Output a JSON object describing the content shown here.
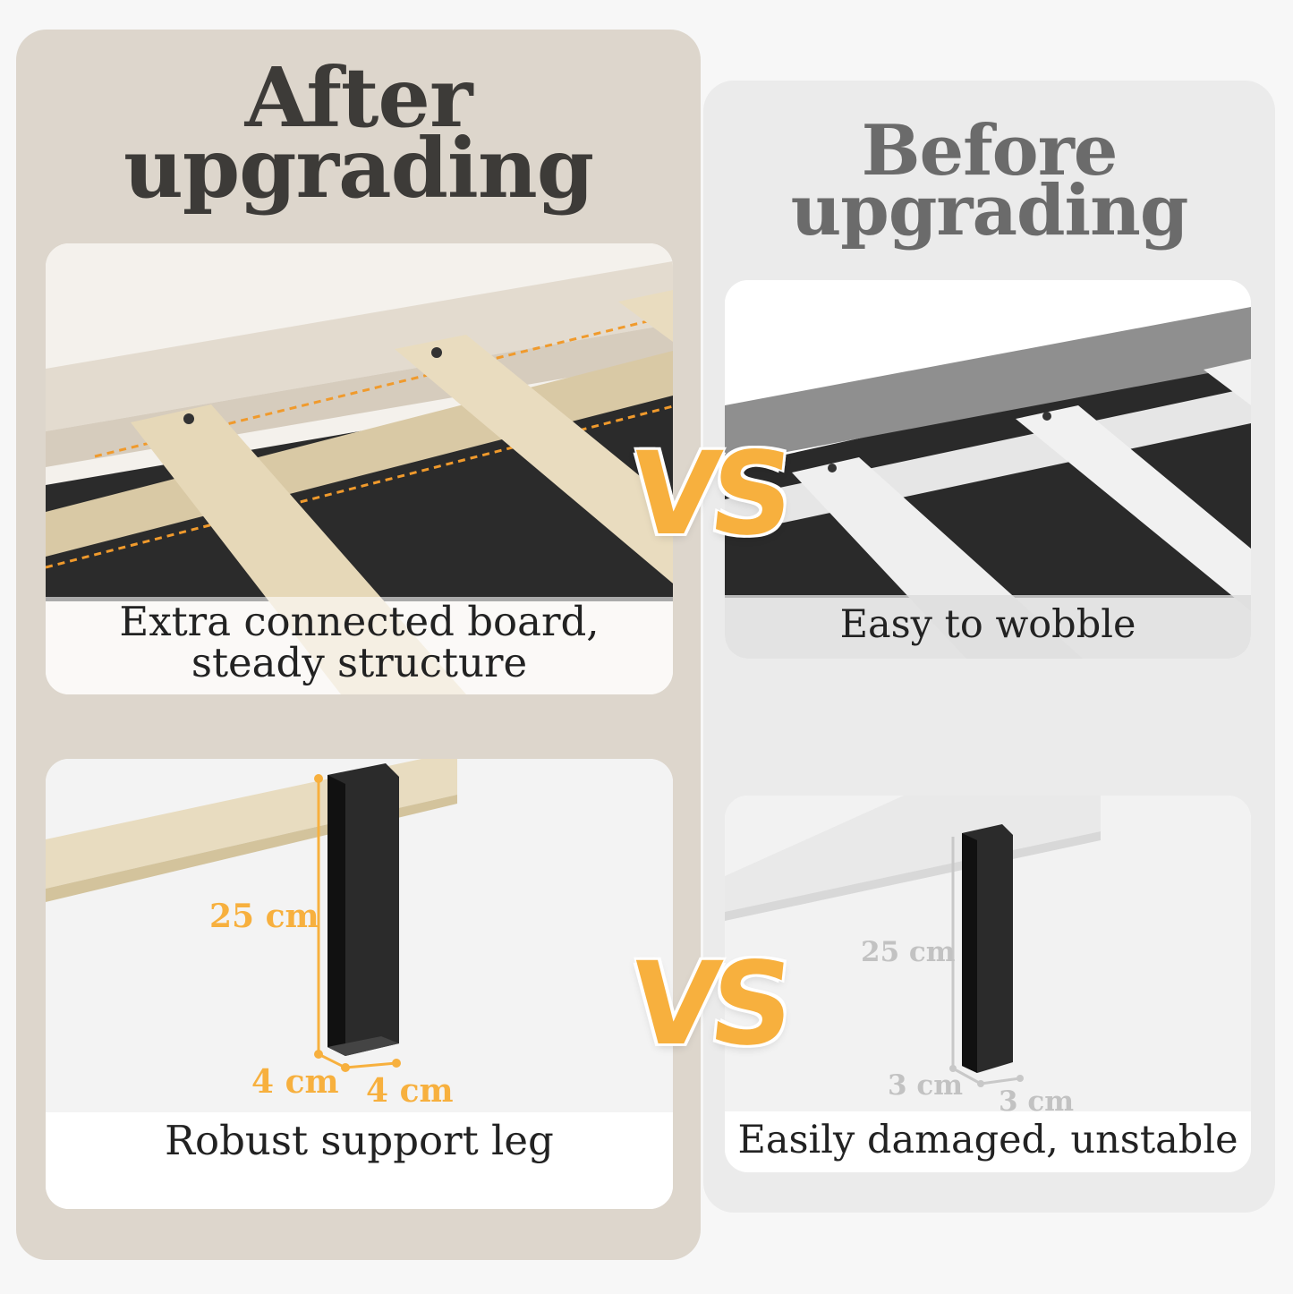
{
  "after": {
    "title_line1": "After",
    "title_line2": "upgrading",
    "slats_caption_line1": "Extra connected board,",
    "slats_caption_line2": "steady structure",
    "leg_caption": "Robust support leg",
    "leg_height": "25 cm",
    "leg_width": "4 cm",
    "leg_depth": "4 cm"
  },
  "before": {
    "title_line1": "Before",
    "title_line2": "upgrading",
    "slats_caption": "Easy to wobble",
    "leg_caption": "Easily damaged, unstable",
    "leg_height": "25 cm",
    "leg_width": "3 cm",
    "leg_depth": "3 cm"
  },
  "vs_label": "VS",
  "colors": {
    "accent": "#f7b03e",
    "after_bg": "#ddd6cc",
    "before_bg": "#ebebeb"
  }
}
